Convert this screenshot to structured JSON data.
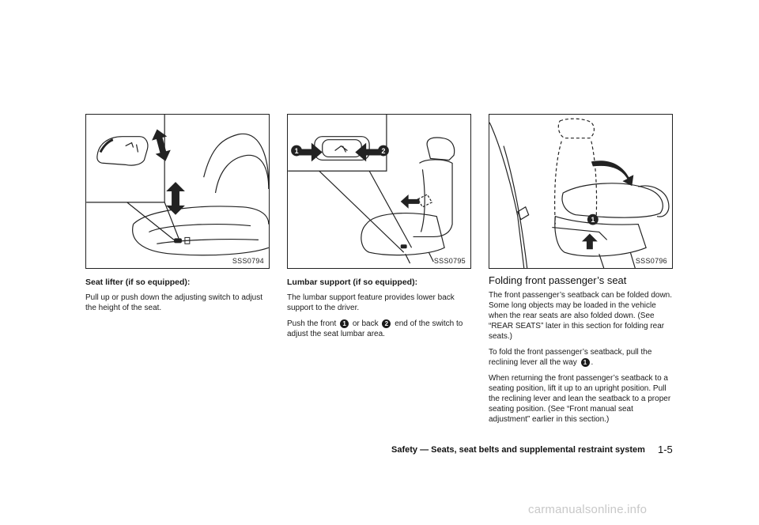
{
  "figures": [
    {
      "code": "SSS0794"
    },
    {
      "code": "SSS0795"
    },
    {
      "code": "SSS0796"
    }
  ],
  "col1": {
    "heading": "Seat lifter (if so equipped):",
    "p1": "Pull up or push down the adjusting switch to adjust the height of the seat."
  },
  "col2": {
    "heading": "Lumbar support (if so equipped):",
    "p1": "The lumbar support feature provides lower back support to the driver.",
    "p2_a": "Push the front",
    "marker1": "1",
    "p2_b": "or back",
    "marker2": "2",
    "p2_c": "end of the switch to adjust the seat lumbar area."
  },
  "col3": {
    "heading": "Folding front passenger’s seat",
    "p1": "The front passenger’s seatback can be folded down. Some long objects may be loaded in the vehicle when the rear seats are also folded down. (See “REAR SEATS” later in this section for folding rear seats.)",
    "p2_a": "To fold the front passenger’s seatback, pull the reclining lever all the way",
    "marker1": "1",
    "p2_b": ".",
    "p3": "When returning the front passenger’s seatback to a seating position, lift it up to an upright position. Pull the reclining lever and lean the seatback to a proper seating position. (See “Front manual seat adjustment” earlier in this section.)"
  },
  "footer": {
    "text": "Safety — Seats, seat belts and supplemental restraint system",
    "page": "1-5"
  },
  "watermark": "carmanualsonline.info"
}
